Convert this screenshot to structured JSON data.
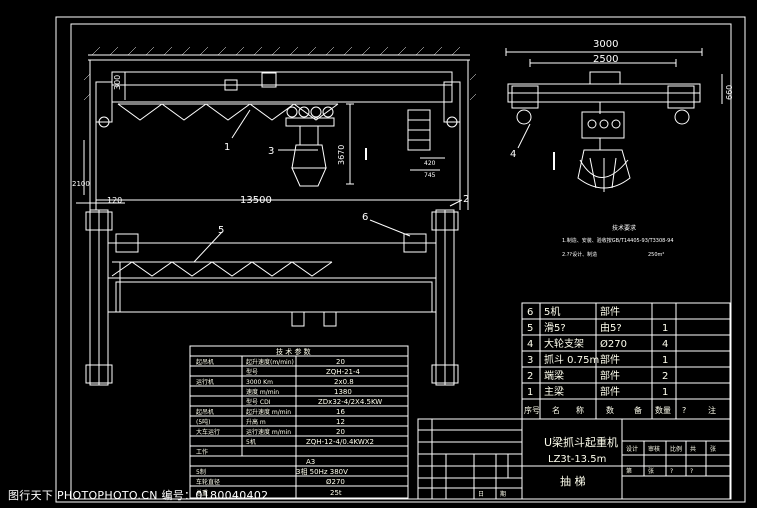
{
  "dimensions": {
    "top_3000": "3000",
    "top_2500": "2500",
    "right_660": "660",
    "v_3670": "3670",
    "span_13500": "13500",
    "left_120": "120",
    "left_2100": "2100",
    "small_745": "745",
    "small_420": "420",
    "beam_300": "300"
  },
  "callouts": [
    "1",
    "2",
    "3",
    "4",
    "5",
    "6"
  ],
  "notes": {
    "title": "技术要求",
    "line1": "1.制造、安装、验收按GB/T14405-93/T3308-94",
    "line2": "2.??设计、制造",
    "line3": "250m²"
  },
  "parts_list": {
    "rows": [
      {
        "no": "6",
        "name": "5机",
        "code": "部件",
        "qty": ""
      },
      {
        "no": "5",
        "name": "滑5?",
        "code": "由5?",
        "qty": "1"
      },
      {
        "no": "4",
        "name": "大轮支架",
        "code": "Ø270",
        "qty": "4"
      },
      {
        "no": "3",
        "name": "抓斗 0.75m",
        "code": "部件",
        "qty": "1"
      },
      {
        "no": "2",
        "name": "端梁",
        "code": "部件",
        "qty": "2"
      },
      {
        "no": "1",
        "name": "主梁",
        "code": "部件",
        "qty": "1"
      }
    ],
    "header": [
      "序号",
      "名",
      "称",
      "数",
      "备",
      "数量",
      "?",
      "注"
    ]
  },
  "title_block": {
    "drawing_name": "U梁抓斗起重机",
    "model": "LZ3t-13.5m",
    "sheet_label": "抽 梯",
    "small_cells": [
      "设计",
      "审核",
      "比例",
      "共",
      "张",
      "第",
      "张",
      "?",
      "?",
      "日",
      "期"
    ]
  },
  "spec_table": {
    "title": "技 术 参 数",
    "rows": [
      {
        "group": "起吊机",
        "item": "起升速度(m/min)",
        "value": "20"
      },
      {
        "group": "",
        "item": "型号",
        "value": "ZQH-21-4"
      },
      {
        "group": "运行机",
        "item": "3000 Km",
        "value": "2x0.8"
      },
      {
        "group": "",
        "item": "速度 m/min",
        "value": "1380"
      },
      {
        "group": "",
        "item": "型号 CDI",
        "value": "ZDx32-4/2X4.5KW"
      },
      {
        "group": "起吊机",
        "item": "起升速度 m/min",
        "value": "16"
      },
      {
        "group": "(5吨)",
        "item": "升高 m",
        "value": "12"
      },
      {
        "group": "大车运行",
        "item": "运行速度 m/min",
        "value": "20"
      },
      {
        "group": "",
        "item": "5机",
        "value": "ZQH-12-4/0.4KWX2"
      },
      {
        "group": "工作",
        "item": "",
        "value": "A3"
      },
      {
        "group": "5制",
        "item": "3相 50Hz 380V",
        "value": ""
      },
      {
        "group": "车轮直径",
        "item": "",
        "value": "Ø270"
      },
      {
        "group": "总重",
        "item": "",
        "value": "25t"
      }
    ]
  },
  "watermark": "图行天下 PHOTOPHOTO.CN   编号：0180040402"
}
